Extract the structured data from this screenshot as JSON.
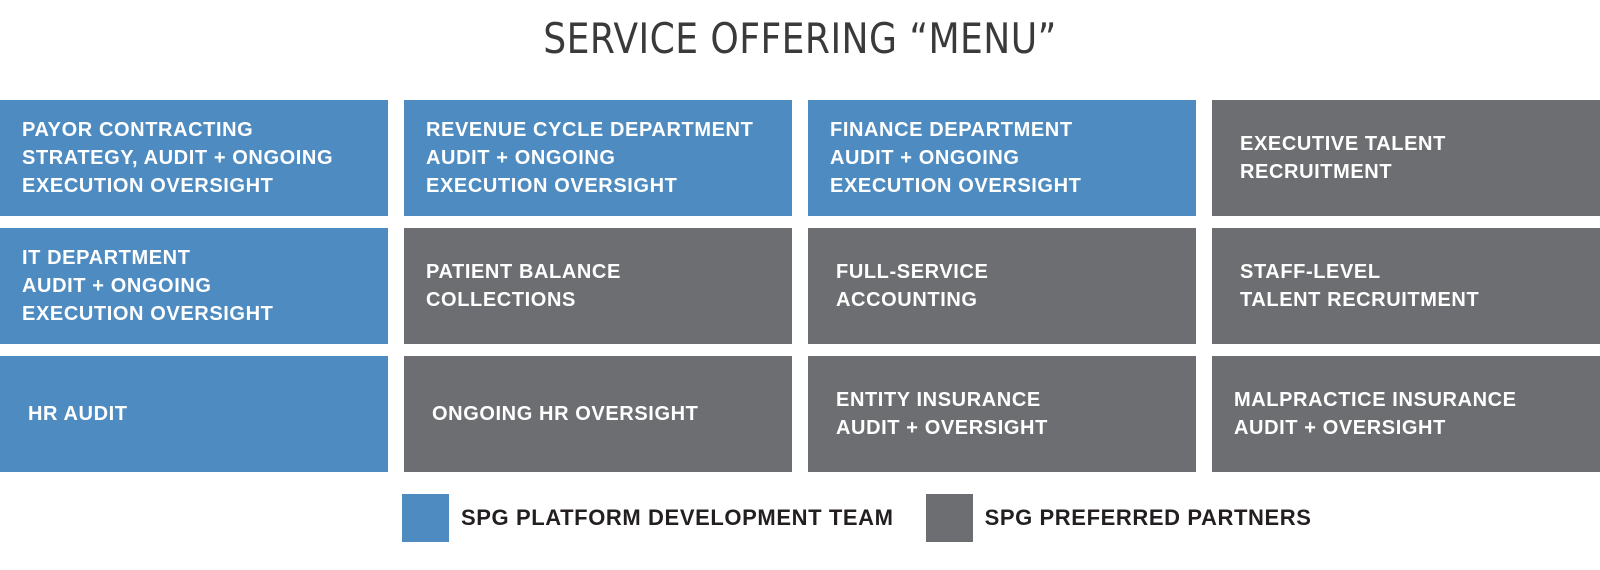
{
  "title": "SERVICE OFFERING “MENU”",
  "colors": {
    "platform_blue": "#4e8bc0",
    "partner_gray": "#6d6e71"
  },
  "cells": [
    {
      "text": "PAYOR CONTRACTING\nSTRATEGY, AUDIT + ONGOING\nEXECUTION OVERSIGHT",
      "group": "platform"
    },
    {
      "text": "REVENUE CYCLE DEPARTMENT\nAUDIT + ONGOING\nEXECUTION OVERSIGHT",
      "group": "platform"
    },
    {
      "text": "FINANCE DEPARTMENT\nAUDIT + ONGOING\nEXECUTION OVERSIGHT",
      "group": "platform"
    },
    {
      "text": "EXECUTIVE TALENT\nRECRUITMENT",
      "group": "partner"
    },
    {
      "text": "IT DEPARTMENT\nAUDIT + ONGOING\nEXECUTION OVERSIGHT",
      "group": "platform"
    },
    {
      "text": "PATIENT BALANCE\nCOLLECTIONS",
      "group": "partner"
    },
    {
      "text": "FULL-SERVICE\nACCOUNTING",
      "group": "partner"
    },
    {
      "text": "STAFF-LEVEL\nTALENT RECRUITMENT",
      "group": "partner"
    },
    {
      "text": "HR AUDIT",
      "group": "platform"
    },
    {
      "text": "ONGOING HR OVERSIGHT",
      "group": "partner"
    },
    {
      "text": "ENTITY INSURANCE\nAUDIT + OVERSIGHT",
      "group": "partner"
    },
    {
      "text": "MALPRACTICE INSURANCE\nAUDIT + OVERSIGHT",
      "group": "partner"
    }
  ],
  "legend": {
    "platform_label": "SPG PLATFORM DEVELOPMENT TEAM",
    "partner_label": "SPG PREFERRED PARTNERS"
  }
}
